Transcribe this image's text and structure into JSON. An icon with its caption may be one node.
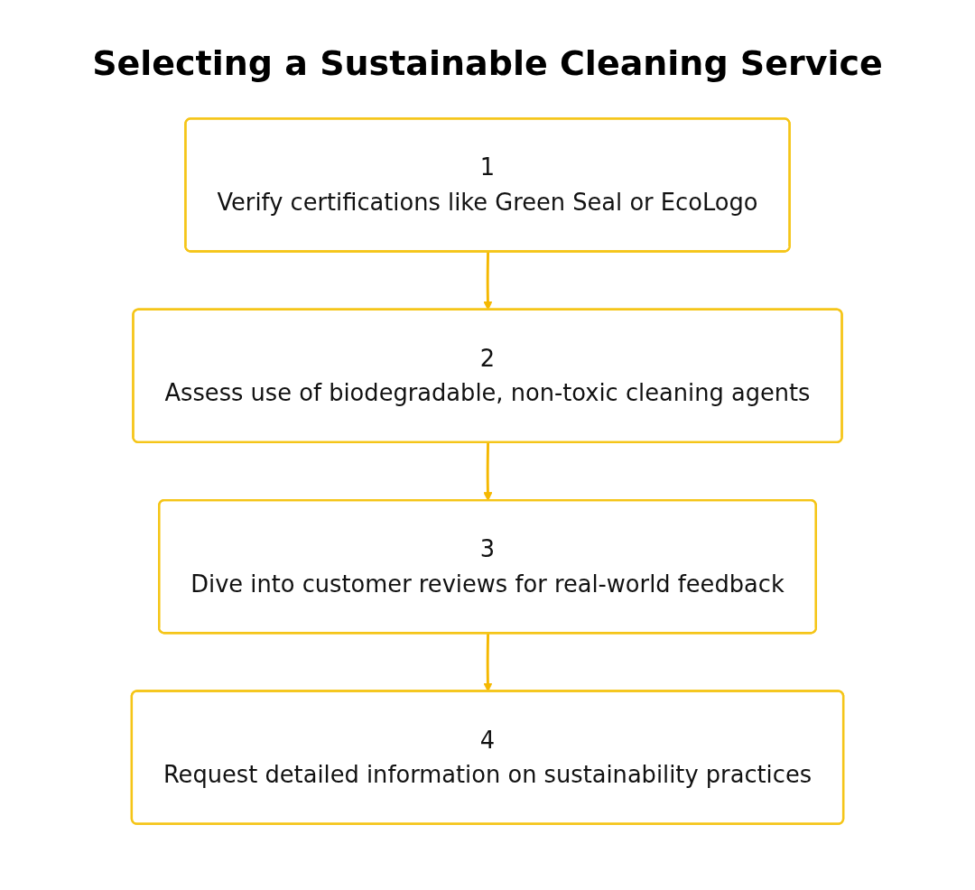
{
  "diagram": {
    "title": "Selecting a Sustainable Cleaning Service",
    "nodes": [
      {
        "text": [
          "1",
          "Verify certifications like Green Seal or EcoLogo"
        ]
      },
      {
        "text": [
          "2",
          "Assess use of biodegradable, non-toxic cleaning agents"
        ]
      },
      {
        "text": [
          "3",
          "Dive into customer reviews for real-world feedback"
        ]
      },
      {
        "text": [
          "4",
          "Request detailed information on sustainability practices"
        ]
      }
    ],
    "edges": [
      {
        "from": 0,
        "to": 1,
        "arrow": "to"
      },
      {
        "from": 1,
        "to": 2,
        "arrow": "to"
      },
      {
        "from": 2,
        "to": 3,
        "arrow": "to"
      }
    ]
  }
}
